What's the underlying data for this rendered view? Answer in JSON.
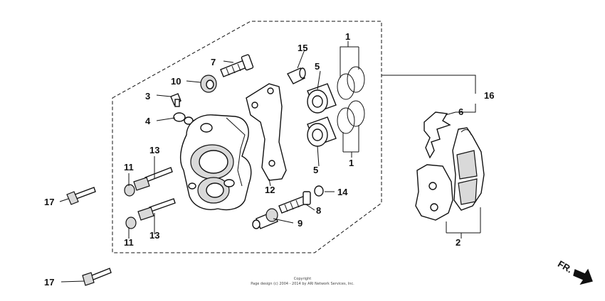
{
  "callouts": {
    "c1a": "1",
    "c1b": "1",
    "c2": "2",
    "c3": "3",
    "c4": "4",
    "c5a": "5",
    "c5b": "5",
    "c6": "6",
    "c7": "7",
    "c8": "8",
    "c9": "9",
    "c10": "10",
    "c11a": "11",
    "c11b": "11",
    "c12": "12",
    "c13a": "13",
    "c13b": "13",
    "c14": "14",
    "c15": "15",
    "c16": "16",
    "c17a": "17",
    "c17b": "17"
  },
  "copyright": {
    "line1": "Copyright",
    "line2": "Page design (c) 2004 - 2014 by ARI Network Services, Inc."
  },
  "direction_label": "FR."
}
